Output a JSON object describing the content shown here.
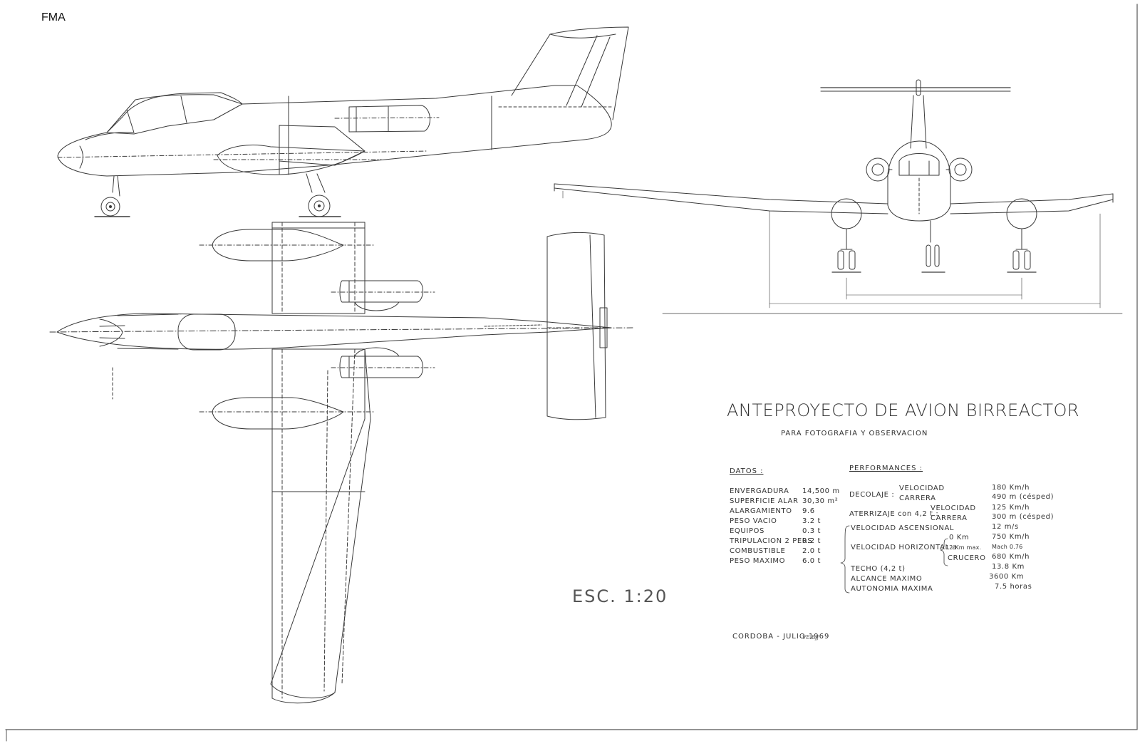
{
  "corner_label": "FMA",
  "title": "ANTEPROYECTO DE AVION BIRREACTOR",
  "subtitle": "PARA FOTOGRAFIA Y OBSERVACION",
  "scale": "ESC. 1:20",
  "footer": "CORDOBA - JULIO 1969",
  "signature": "VE.Bjj",
  "datos": {
    "heading": "DATOS :",
    "rows": [
      {
        "label": "ENVERGADURA",
        "value": "14,500 m"
      },
      {
        "label": "SUPERFICIE ALAR",
        "value": "30,30 m²"
      },
      {
        "label": "ALARGAMIENTO",
        "value": "9.6"
      },
      {
        "label": "PESO VACIO",
        "value": "3.2 t"
      },
      {
        "label": "EQUIPOS",
        "value": "0.3 t"
      },
      {
        "label": "TRIPULACION 2 PERS",
        "value": "0.2 t"
      },
      {
        "label": "COMBUSTIBLE",
        "value": "2.0 t"
      },
      {
        "label": "PESO MAXIMO",
        "value": "6.0 t"
      }
    ]
  },
  "performances": {
    "heading": "PERFORMANCES :",
    "decolaje": "DECOLAJE :",
    "aterrizaje": "ATERRIZAJE con 4,2 t :",
    "velocidad": "VELOCIDAD",
    "carrera": "CARRERA",
    "vel_ascensional": "VELOCIDAD ASCENSIONAL",
    "vel_horizontal": "VELOCIDAD HORIZONTAL a",
    "alt_0": "0 Km",
    "alt_12": "12 Km max.",
    "crucero": "CRUCERO",
    "techo": "TECHO (4,2 t)",
    "alcance": "ALCANCE MAXIMO",
    "autonomia": "AUTONOMIA MAXIMA",
    "values": {
      "decolaje_vel": "180 Km/h",
      "decolaje_carrera": "490 m (césped)",
      "aterrizaje_vel": "125 Km/h",
      "aterrizaje_carrera": "300 m (césped)",
      "ascensional": "12 m/s",
      "horizontal_0": "750 Km/h",
      "horizontal_12": "Mach 0.76",
      "crucero": "680 Km/h",
      "techo": "13.8 Km",
      "alcance": "3600 Km",
      "autonomia": "7.5 horas"
    }
  }
}
